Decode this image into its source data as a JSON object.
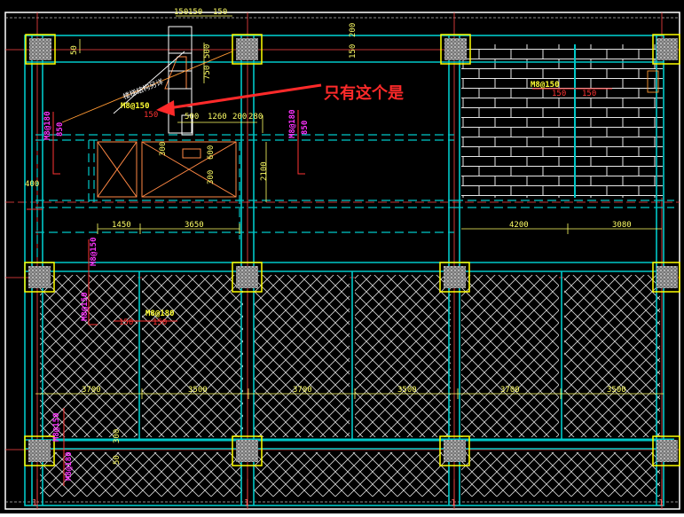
{
  "annotation": {
    "text": "只有这个是",
    "color": "#ff2a2a"
  },
  "colors": {
    "background": "#000000",
    "wall": "#00c8c8",
    "column_box": "#ffff00",
    "column_fill": "#cfcfcf",
    "dim": "#ffff66",
    "magenta": "#ff33ff",
    "red": "#ff3333",
    "white": "#ffffff",
    "hatch": "#e8e8e8",
    "axis": "#ff4444"
  },
  "top_dims": [
    "150",
    "150",
    "150",
    "200"
  ],
  "left_dims": [
    "50",
    "500",
    "750",
    "150"
  ],
  "mid_dims": [
    "500",
    "1260",
    "200",
    "280"
  ],
  "small_dims": [
    "2100",
    "300",
    "600",
    "300",
    "400"
  ],
  "span_dims_upper": [
    "1450",
    "3650",
    "4200",
    "3080"
  ],
  "span_dims_lower": [
    "3700",
    "3500",
    "3700",
    "3500",
    "3700",
    "3500"
  ],
  "lower_left_dims": [
    "300",
    "50"
  ],
  "rebar_labels": {
    "main": "M8@150",
    "right": "M8@150",
    "lower": "M8@180",
    "red_main": "150",
    "red_right_a": "150",
    "red_right_b": "150",
    "red_lower_a": "150",
    "red_lower_b": "150"
  },
  "magenta_labels": [
    "M8@180",
    "850",
    "M8@180",
    "850",
    "M8@150",
    "M8@150",
    "M8@150",
    "M8@180"
  ],
  "stair_note": "楼梯结构另详",
  "axis_marks": [
    "1",
    "1",
    "1",
    "1"
  ]
}
